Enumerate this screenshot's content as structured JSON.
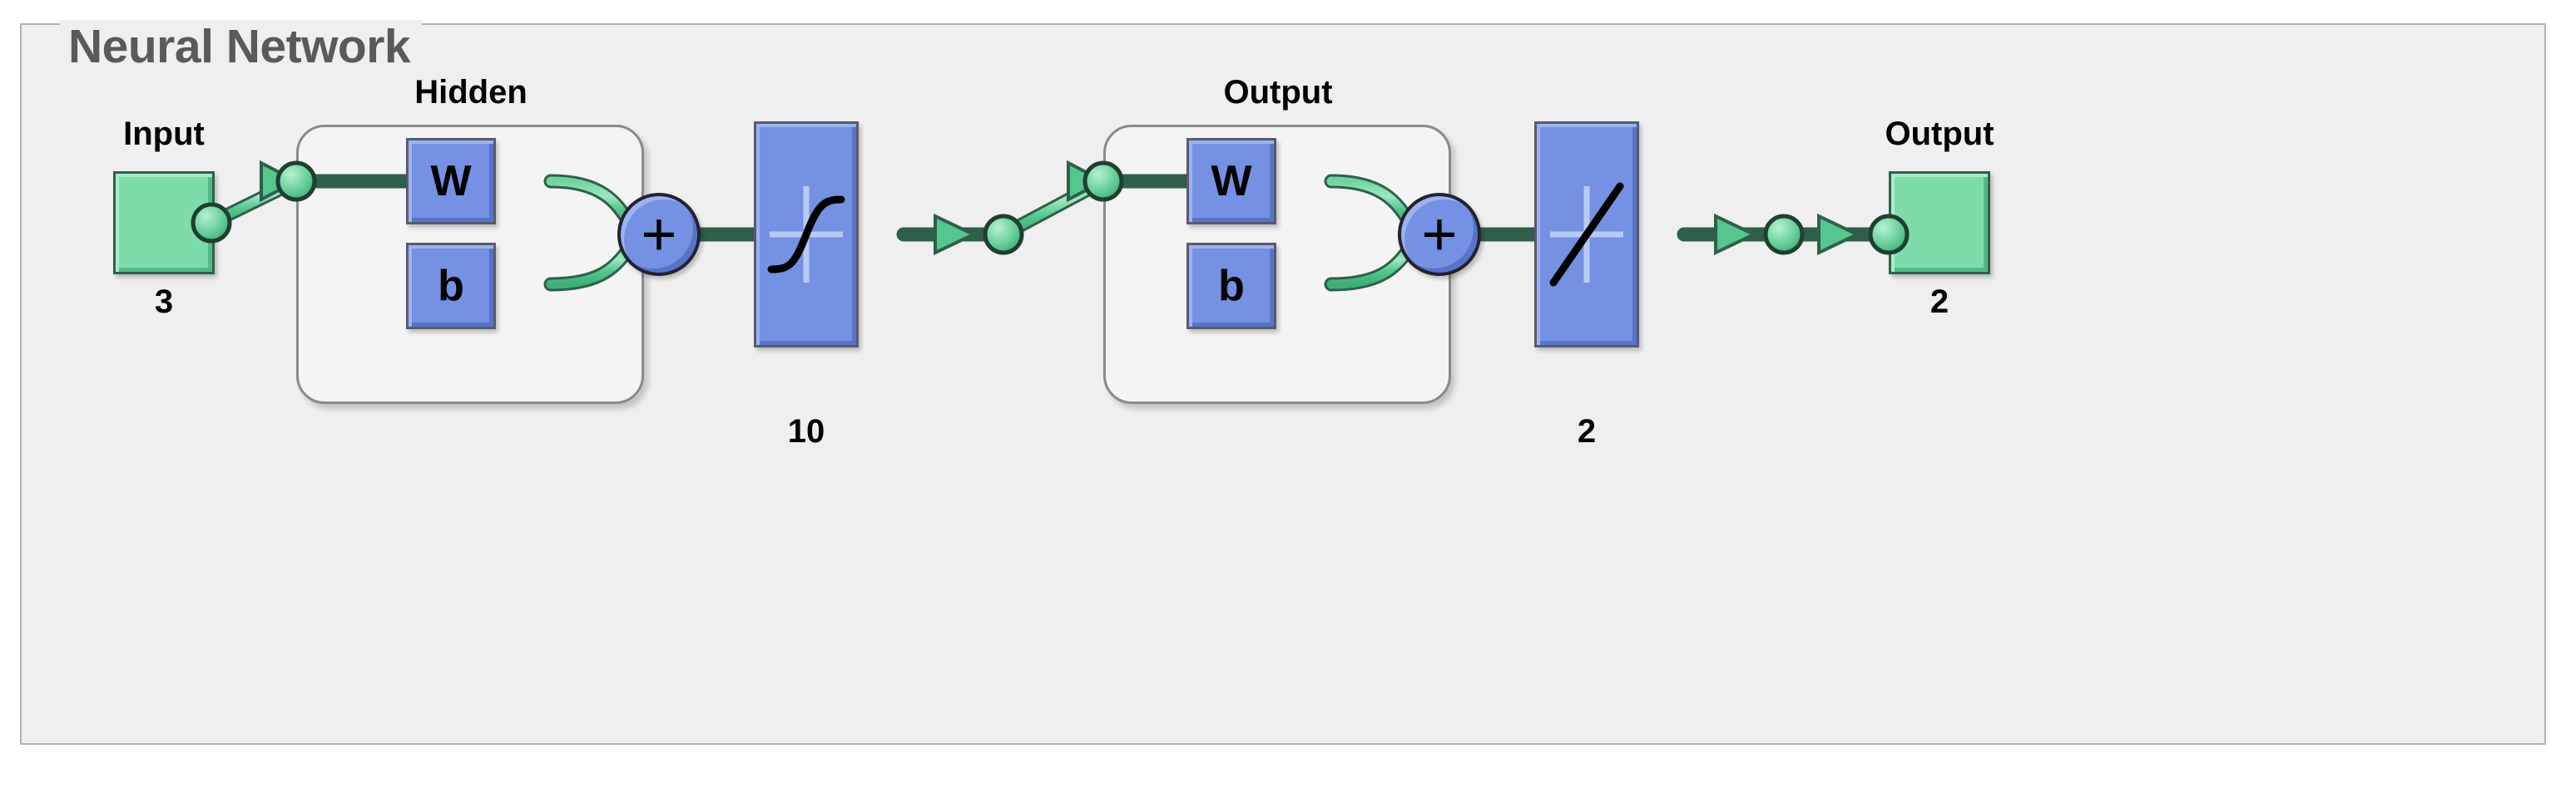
{
  "panel": {
    "title": "Neural Network"
  },
  "colors": {
    "panel_background": "#efefef",
    "panel_border": "#b4b4b4",
    "title_text": "#5a5a5a",
    "io_block_green": "#7edcab",
    "io_block_border": "#2f5f4a",
    "layer_block_blue": "#7591e3",
    "layer_block_border": "#5a5a6e",
    "wire_green": "#55c68f",
    "wire_green_light": "#8fe3ba",
    "group_border": "#8a8a8a",
    "glyph_black": "#000000"
  },
  "diagram": {
    "type": "feedforward-neural-network",
    "input": {
      "label": "Input",
      "size": "3"
    },
    "layers": [
      {
        "name": "hidden",
        "label": "Hidden",
        "size": "10",
        "weight_label": "W",
        "bias_label": "b",
        "sum_label": "+",
        "transfer_function": "sigmoid"
      },
      {
        "name": "output",
        "label": "Output",
        "size": "2",
        "weight_label": "W",
        "bias_label": "b",
        "sum_label": "+",
        "transfer_function": "linear"
      }
    ],
    "output": {
      "label": "Output",
      "size": "2"
    }
  }
}
